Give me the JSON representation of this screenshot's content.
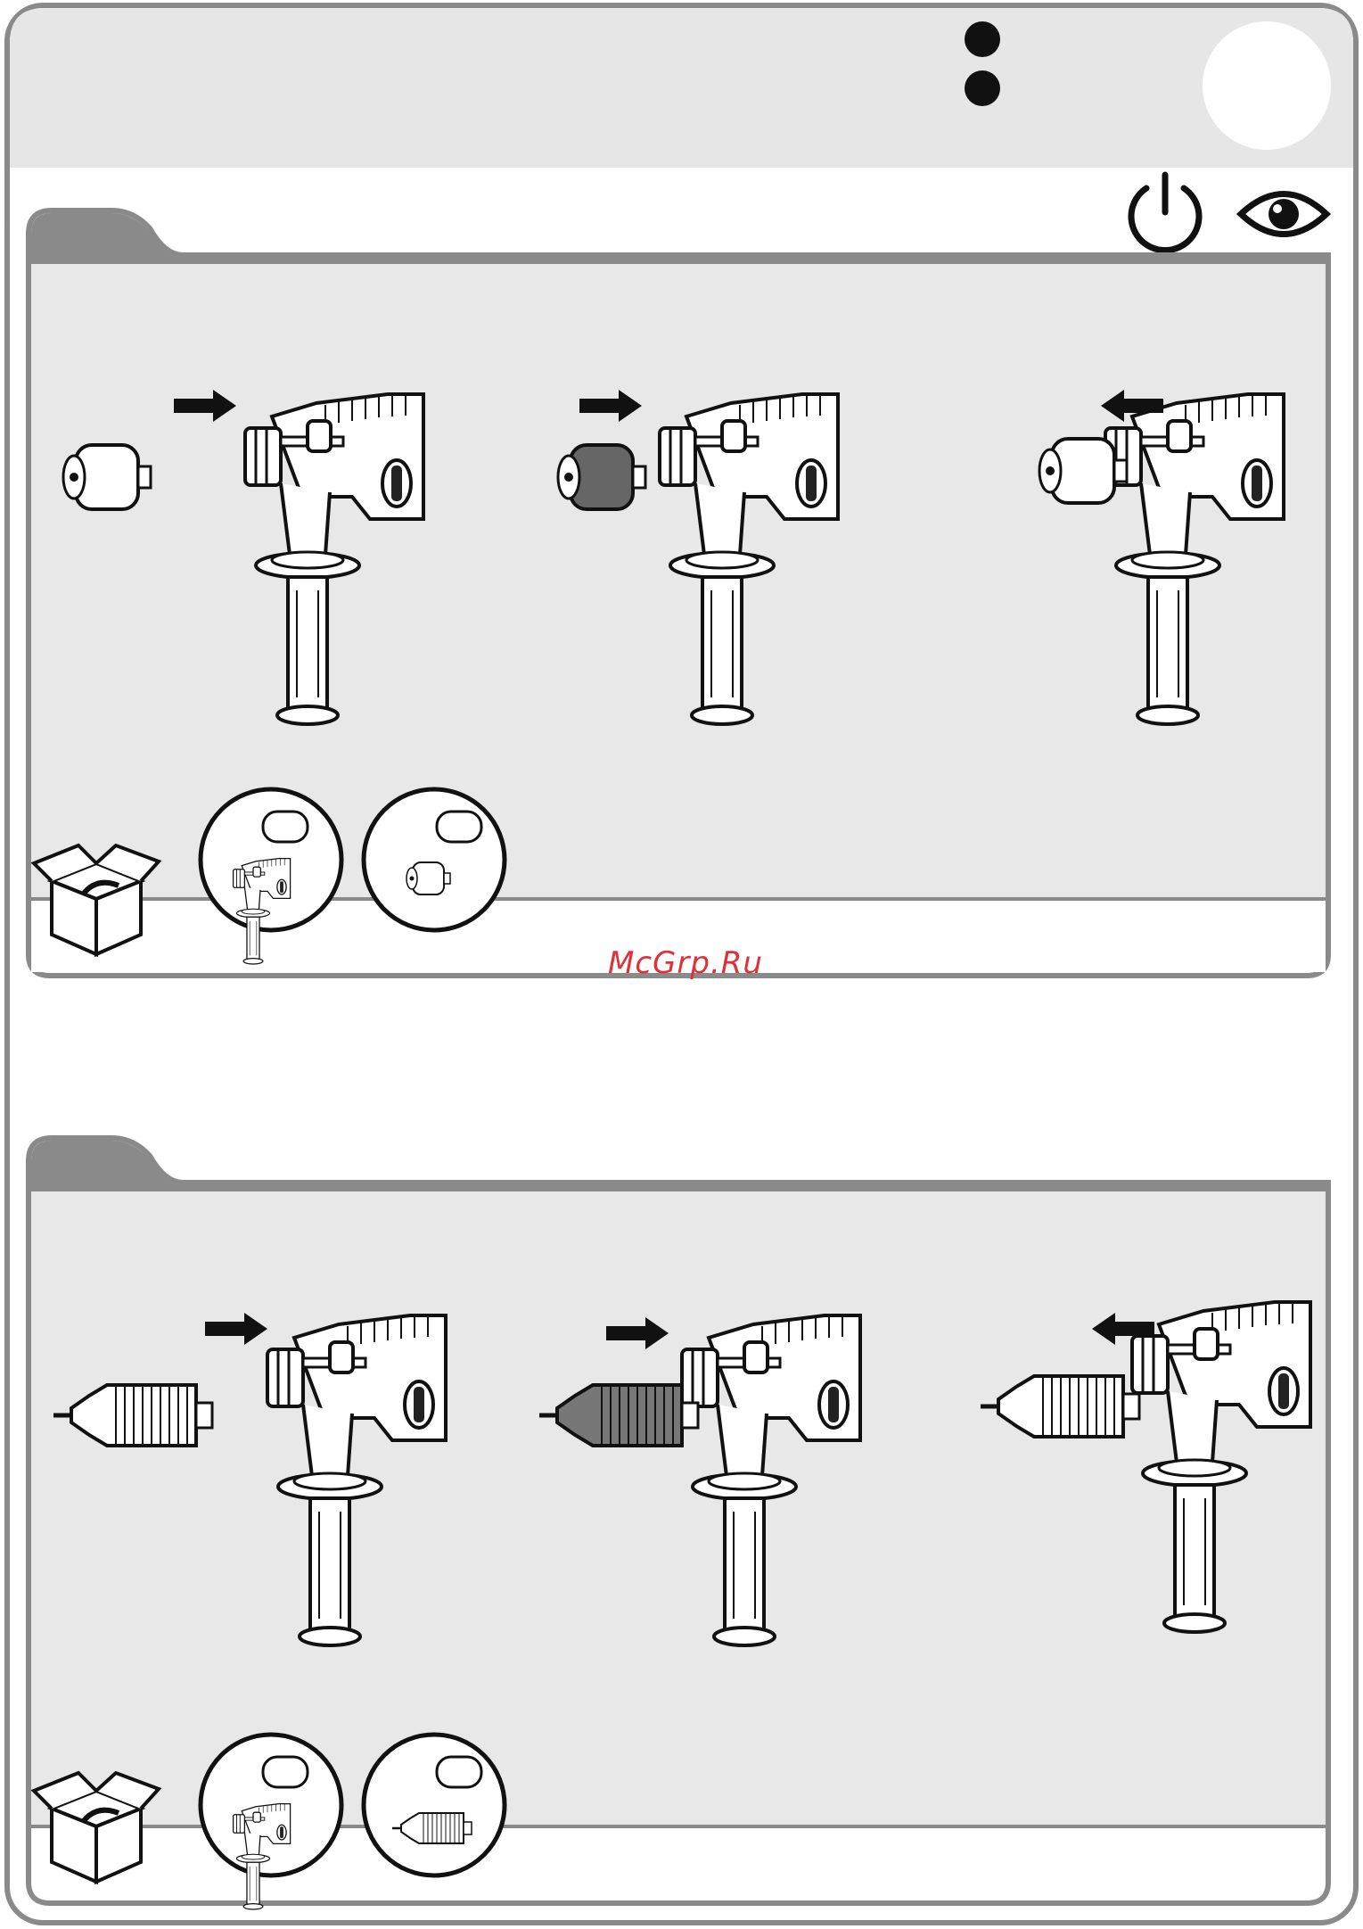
{
  "watermark": "McGrp.Ru",
  "header": {
    "icons": [
      "power-icon",
      "eye-icon"
    ]
  },
  "sections": [
    {
      "id": "attach-sds-chuck",
      "steps": [
        {
          "arrow": "right",
          "attachment": "sds-chuck",
          "state": "separate"
        },
        {
          "arrow": "right",
          "attachment": "sds-chuck",
          "state": "pushed-on"
        },
        {
          "arrow": "left",
          "attachment": "sds-chuck",
          "state": "locked"
        }
      ],
      "included_parts": [
        "box-icon",
        "drill-thumb",
        "sds-chuck-thumb"
      ]
    },
    {
      "id": "attach-keyless-chuck",
      "steps": [
        {
          "arrow": "right",
          "attachment": "keyless-chuck",
          "state": "separate"
        },
        {
          "arrow": "right",
          "attachment": "keyless-chuck",
          "state": "pushed-on"
        },
        {
          "arrow": "left",
          "attachment": "keyless-chuck",
          "state": "locked"
        }
      ],
      "included_parts": [
        "box-icon",
        "drill-thumb",
        "keyless-chuck-thumb"
      ]
    }
  ],
  "colors": {
    "frame_gray": "#8a8a8a",
    "panel_gray": "#e8e8e8",
    "header_gray": "#e6e6e6",
    "watermark_red": "#e0303a"
  }
}
